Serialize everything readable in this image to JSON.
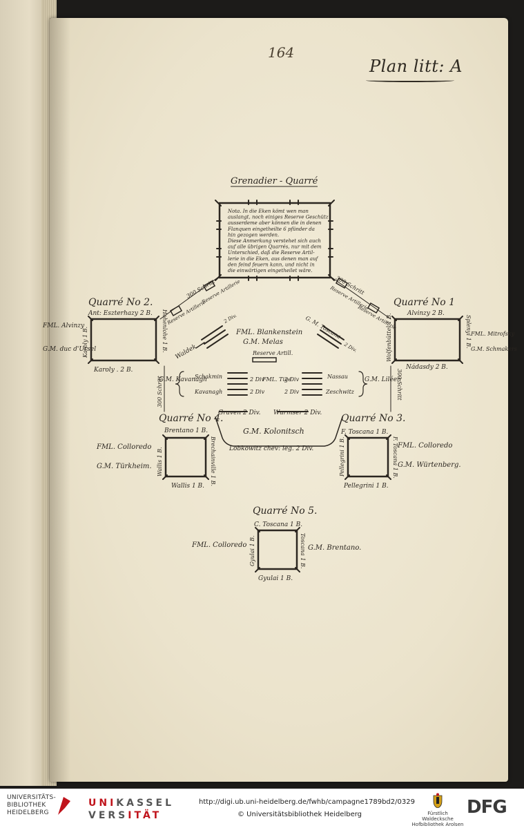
{
  "page": {
    "folio": "164",
    "plan_title": "Plan litt: A"
  },
  "plan": {
    "grenadier_title": "Grenadier - Quarré",
    "nota_lines": [
      "Nota. In die Eken kömt wen man",
      "auslangt, noch einiges Reserve Geschütz",
      "ausserdeme aber können die in denen",
      "Flanquen eingetheilte 6 pfünder da",
      "hin gezogen werden.",
      "Diese Anmerkung verstehet sich auch",
      "auf alle übrigen Quarrés, nur mit dem",
      "Unterschied, daß die Reserve Artil-",
      "lerie in die Eken, aus denen man auf",
      "den feind feuern kann, und nicht in",
      "die einwärtigen eingetheilet wäre."
    ],
    "schritt_labels": [
      "300 Schritt",
      "300 Schritt",
      "300 Schritt",
      "300 Schritt"
    ],
    "reserve_artillerie_labels": [
      "Reserve Artillerie",
      "Reserve Artillerie",
      "Reserve Artillerie",
      "Reserve Artillerie"
    ],
    "q2": {
      "title": "Quarré No 2.",
      "top": "Ant: Eszterhazy 2 B.",
      "left": "Karoly 1 B.",
      "right": "Hohenlohe 1 B.",
      "bottom": "Karoly . 2 B.",
      "cmd1": "FML. Alvinzy",
      "cmd2": "G.M. duc d'Ursel"
    },
    "q1": {
      "title": "Quarré No 1",
      "top": "Alvinzy 2 B.",
      "left": "Wolfenbüttel 1 B.",
      "right": "Splenyi 1 B.",
      "bottom": "Nádasdy 2 B.",
      "cmd1": "FML. Mitrofsky",
      "cmd2": "G.M. Schmakers"
    },
    "center": {
      "waldek": "Waldek",
      "div": "2 Div.",
      "toscana_gm": "G. M. Toscana",
      "fml_blank": "FML. Blankenstein",
      "gm_melas": "G.M. Melas",
      "reserve_artill": "Reserve Artill.",
      "gm_left": "G.M. Kavanagh",
      "schakmin": "Schakmin",
      "kavanagh": "Kavanagh",
      "fml_tige": "FML. Tige",
      "nassau": "Nassau",
      "zeschwitz": "Zeschwitz",
      "gm_right": "G.M. Liléen",
      "div_small": "2 Div",
      "graven": "Graven 2 Div.",
      "wurmser": "Wurmser 2 Div.",
      "gm_kolonitsch": "G.M. Kolonitsch",
      "lobkowitz": "Lobkowitz chev: leg. 2 Div."
    },
    "q4": {
      "title": "Quarré No 4.",
      "top": "Brentano 1 B.",
      "left": "Wallis 1 B.",
      "right": "Brechainville 1 B.",
      "bottom": "Wallis 1 B.",
      "cmd1": "FML. Colloredo",
      "cmd2": "G.M. Türkheim."
    },
    "q3": {
      "title": "Quarré No 3.",
      "top": "F. Toscana 1 B.",
      "left": "Pellegrini 1 B.",
      "right": "F. Toscana 1 B.",
      "bottom": "Pellegrini 1 B.",
      "cmd1": "FML. Colloredo",
      "cmd2": "G.M. Würtenberg."
    },
    "q5": {
      "title": "Quarré No 5.",
      "top": "C. Toscana 1 B.",
      "left": "Gyulai 1 B.",
      "right": "Toscana 1 B.",
      "bottom": "Gyulai 1 B.",
      "cmd1": "FML. Colloredo",
      "cmd2": "G.M. Brentano."
    }
  },
  "footer": {
    "ub_line1": "UNIVERSITÄTS-",
    "ub_line2": "BIBLIOTHEK",
    "ub_line3": "HEIDELBERG",
    "uk_line1_a": "UNI",
    "uk_line1_b": "KASSEL",
    "uk_line2_a": "VERS",
    "uk_line2_b": "ITÄT",
    "url": "http://digi.ub.uni-heidelberg.de/fwhb/campagne1789bd2/0329",
    "copyright": "© Universitätsbibliothek Heidelberg",
    "arolsen_line1": "Fürstlich Waldecksche",
    "arolsen_line2": "Hofbibliothek Arolsen",
    "dfg": "DFG"
  },
  "colors": {
    "ink": "#2b2620",
    "paper": "#ede5cf",
    "uk_red": "#c0141c"
  }
}
